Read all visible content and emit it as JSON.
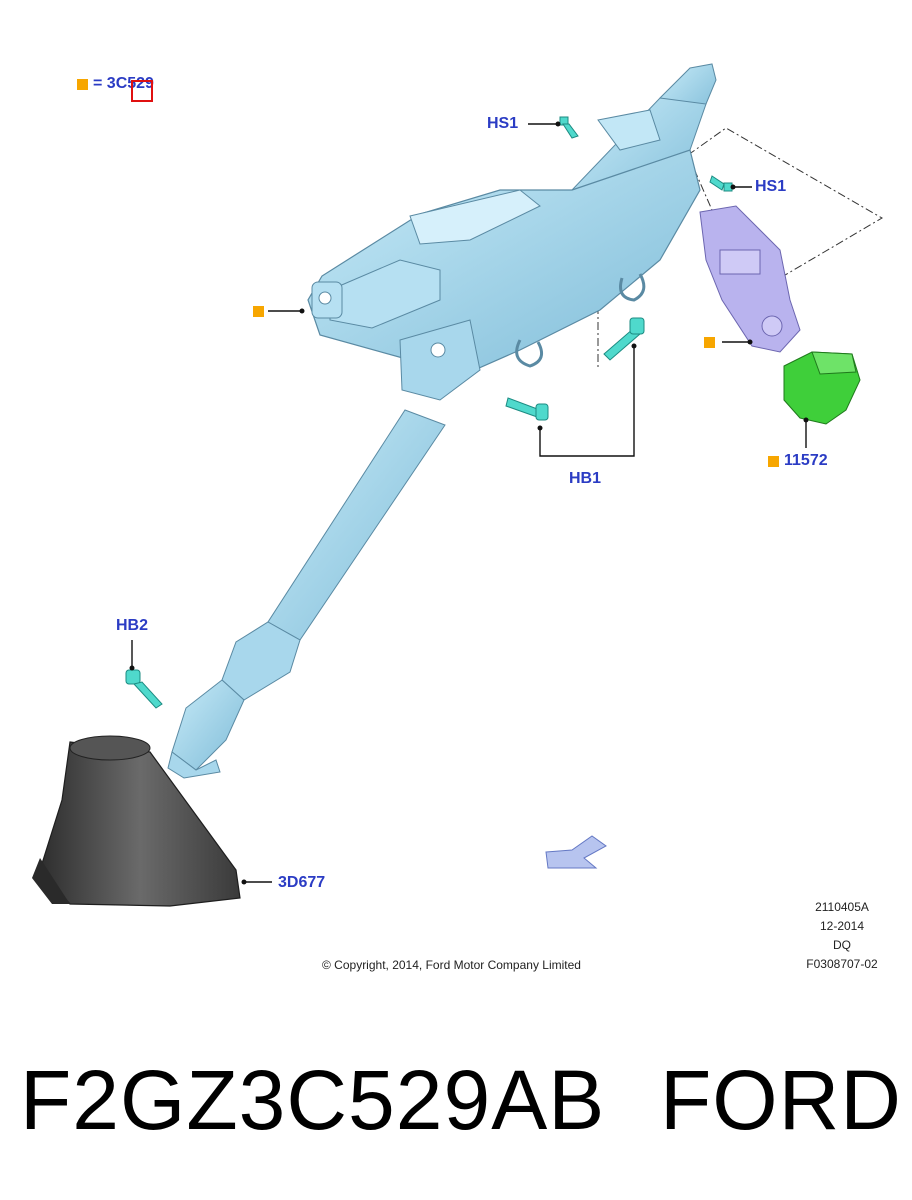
{
  "legend": {
    "equals": "= 3C529"
  },
  "callouts": {
    "hs1_top": "HS1",
    "hs1_right": "HS1",
    "hb1": "HB1",
    "hb2": "HB2",
    "part_11572": "11572",
    "part_3d677": "3D677"
  },
  "meta": {
    "line1": "2110405A",
    "line2": "12-2014",
    "line3": "DQ",
    "line4": "F0308707-02"
  },
  "copyright": "© Copyright, 2014, Ford Motor Company Limited",
  "footer": {
    "part_number": "F2GZ3C529AB",
    "brand": "FORD"
  },
  "colors": {
    "column": "#9fd3ea",
    "bolt": "#4fd9cc",
    "switch": "#b9b3ee",
    "sensor": "#3fcf3a",
    "boot": "#444444",
    "callout_text": "#2b3cc4",
    "marker": "#f7a600"
  }
}
